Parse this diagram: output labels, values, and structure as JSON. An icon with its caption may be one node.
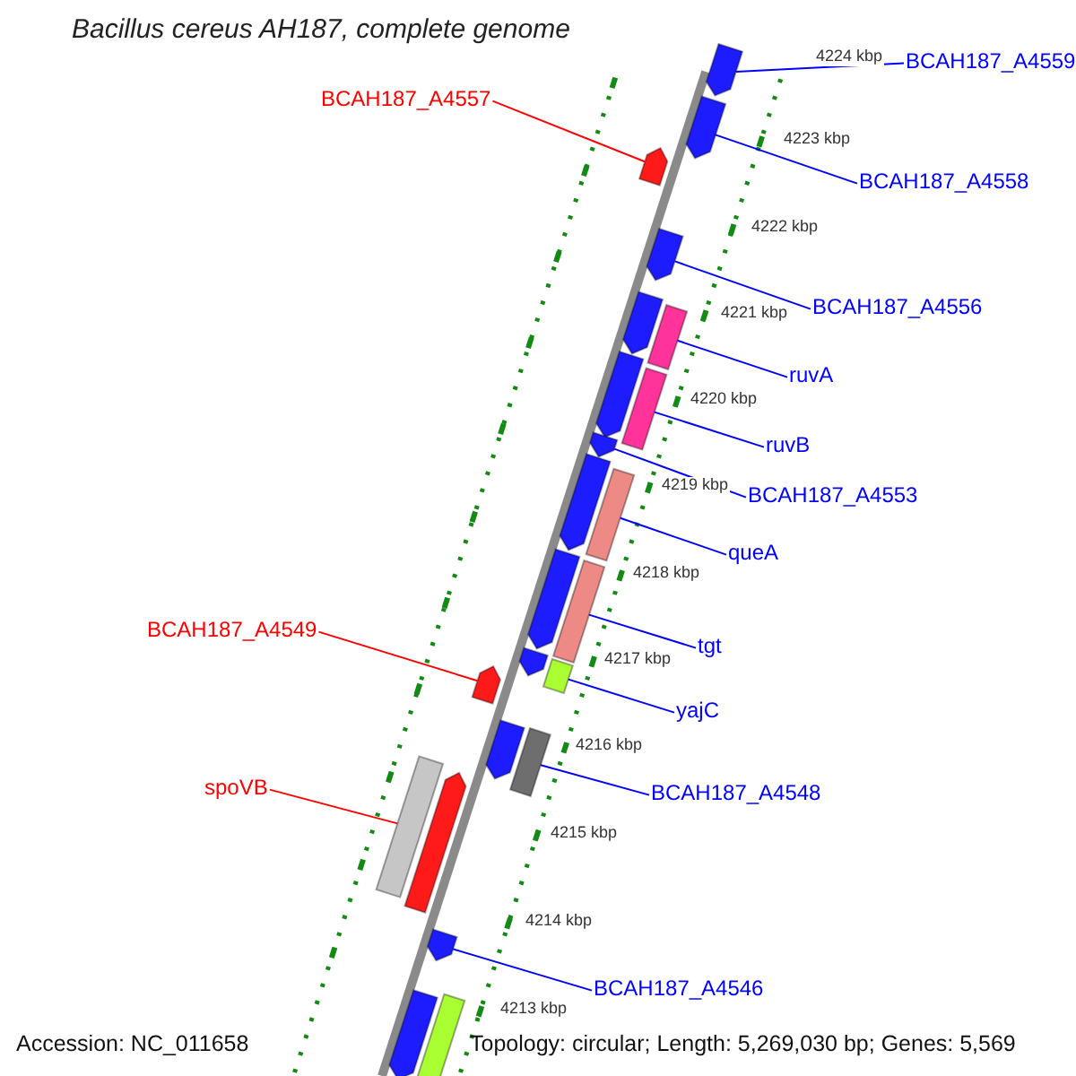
{
  "diagram": {
    "title": "Bacillus cereus AH187, complete genome",
    "nodes": [
      {
        "text": [
          "BCAH187_A4559"
        ]
      },
      {
        "text": [
          "BCAH187_A4557"
        ]
      },
      {
        "text": [
          "BCAH187_A4558"
        ]
      },
      {
        "text": [
          "BCAH187_A4556"
        ]
      },
      {
        "text": [
          "ruvA"
        ]
      },
      {
        "text": [
          "ruvB"
        ]
      },
      {
        "text": [
          "BCAH187_A4553"
        ]
      },
      {
        "text": [
          "queA"
        ]
      },
      {
        "text": [
          "BCAH187_A4549"
        ]
      },
      {
        "text": [
          "tgt"
        ]
      },
      {
        "text": [
          "yajC"
        ]
      },
      {
        "text": [
          "spoVB"
        ]
      },
      {
        "text": [
          "BCAH187_A4548"
        ]
      },
      {
        "text": [
          "BCAH187_A4546"
        ]
      },
      {
        "text": [],
        "shape": "arrow"
      },
      {
        "text": [],
        "shape": "arrow"
      },
      {
        "text": [],
        "shape": "arrow"
      },
      {
        "text": [],
        "shape": "arrow"
      },
      {
        "text": [],
        "shape": "arrow"
      },
      {
        "text": [],
        "shape": "bar"
      },
      {
        "text": [],
        "shape": "arrow"
      },
      {
        "text": [],
        "shape": "bar"
      },
      {
        "text": [],
        "shape": "arrow"
      },
      {
        "text": [],
        "shape": "arrow"
      },
      {
        "text": [],
        "shape": "bar"
      },
      {
        "text": [],
        "shape": "arrow"
      },
      {
        "text": [],
        "shape": "bar"
      },
      {
        "text": [],
        "shape": "arrow"
      },
      {
        "text": [],
        "shape": "bar"
      },
      {
        "text": [],
        "shape": "arrow"
      },
      {
        "text": [],
        "shape": "arrow"
      },
      {
        "text": [],
        "shape": "bar"
      },
      {
        "text": [],
        "shape": "bar"
      },
      {
        "text": [],
        "shape": "arrow"
      },
      {
        "text": [],
        "shape": "arrow"
      },
      {
        "text": [],
        "shape": "arrow"
      },
      {
        "text": [],
        "shape": "bar"
      }
    ],
    "edges": [
      {
        "from": 0,
        "to": 14,
        "arrow": "none"
      },
      {
        "from": 1,
        "to": 16,
        "arrow": "none",
        "color": "#ff0000"
      },
      {
        "from": 2,
        "to": 15,
        "arrow": "none"
      },
      {
        "from": 3,
        "to": 17,
        "arrow": "none"
      },
      {
        "from": 4,
        "to": 19,
        "arrow": "none"
      },
      {
        "from": 5,
        "to": 21,
        "arrow": "none"
      },
      {
        "from": 6,
        "to": 22,
        "arrow": "none"
      },
      {
        "from": 7,
        "to": 24,
        "arrow": "none"
      },
      {
        "from": 8,
        "to": 29,
        "arrow": "none",
        "color": "#ff0000"
      },
      {
        "from": 9,
        "to": 26,
        "arrow": "none"
      },
      {
        "from": 10,
        "to": 28,
        "arrow": "none"
      },
      {
        "from": 11,
        "to": 32,
        "arrow": "none",
        "color": "#ff0000"
      },
      {
        "from": 12,
        "to": 31,
        "arrow": "none"
      },
      {
        "from": 13,
        "to": 34,
        "arrow": "none"
      }
    ],
    "labels": [
      "4224 kbp",
      "4223 kbp",
      "4222 kbp",
      "4221 kbp",
      "4220 kbp",
      "4219 kbp",
      "4218 kbp",
      "4217 kbp",
      "4216 kbp",
      "4215 kbp",
      "4214 kbp",
      "4213 kbp",
      "Accession: NC_011658",
      "Topology: circular; Length: 5,269,030 bp; Genes: 5,569"
    ]
  }
}
